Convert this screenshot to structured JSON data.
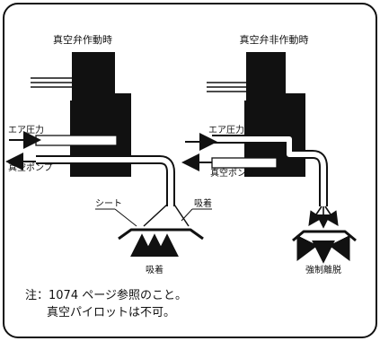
{
  "diagram": {
    "left": {
      "title": "真空弁作動時",
      "air_label": "エア圧力",
      "vac_label": "真空ポンプ",
      "sheet_label": "シート",
      "suction_label_right": "吸着",
      "suction_label_bottom": "吸着"
    },
    "right": {
      "title": "真空弁非作動時",
      "air_label": "エア圧力",
      "vac_label": "真空ポンプ",
      "release_label": "強制離脱"
    },
    "note": {
      "line1": "注：1074 ページ参照のこと。",
      "line2": "真空パイロットは不可。"
    }
  }
}
